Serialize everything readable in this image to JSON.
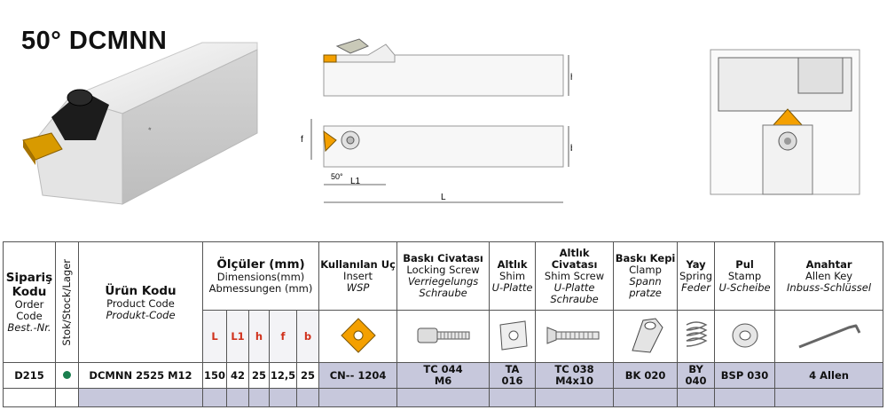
{
  "title": "50° DCMNN",
  "drawing": {
    "h": "h",
    "b": "b",
    "f": "f",
    "l1": "L1",
    "l": "L",
    "angle": "50°"
  },
  "header": {
    "siparis": {
      "tr": "Sipariş Kodu",
      "en": "Order Code",
      "de": "Best.-Nr."
    },
    "stok": "Stok/Stock/Lager",
    "urun": {
      "tr": "Ürün Kodu",
      "en": "Product Code",
      "de": "Produkt-Code"
    },
    "olculer": {
      "tr": "Ölçüler (mm)",
      "en": "Dimensions(mm)",
      "de": "Abmessungen (mm)"
    },
    "dims": [
      "L",
      "L1",
      "h",
      "f",
      "b"
    ],
    "kullanilan": {
      "tr": "Kullanılan Uç",
      "en": "Insert",
      "de": "WSP"
    },
    "baski_civatasi": {
      "tr": "Baskı Civatası",
      "en": "Locking Screw",
      "de": "Verriegelungs Schraube"
    },
    "altlik": {
      "tr": "Altlık",
      "en": "Shim",
      "de": "U-Platte"
    },
    "altlik_civatasi": {
      "tr": "Altlık Civatası",
      "en": "Shim Screw",
      "de": "U-Platte Schraube"
    },
    "baski_kepi": {
      "tr": "Baskı Kepi",
      "en": "Clamp",
      "de": "Spann pratze"
    },
    "yay": {
      "tr": "Yay",
      "en": "Spring",
      "de": "Feder"
    },
    "pul": {
      "tr": "Pul",
      "en": "Stamp",
      "de": "U-Scheibe"
    },
    "anahtar": {
      "tr": "Anahtar",
      "en": "Allen Key",
      "de": "Inbuss-Schlüssel"
    }
  },
  "row": {
    "siparis": "D215",
    "stock_color": "#1a7f4e",
    "urun": "DCMNN 2525 M12",
    "L": "150",
    "L1": "42",
    "h": "25",
    "f": "12,5",
    "b": "25",
    "insert": "CN-- 1204",
    "screw_a": "TC 044",
    "screw_b": "M6",
    "shim_a": "TA",
    "shim_b": "016",
    "shimscrew_a": "TC 038",
    "shimscrew_b": "M4x10",
    "clamp": "BK 020",
    "spring_a": "BY",
    "spring_b": "040",
    "stamp": "BSP 030",
    "key": "4 Allen"
  }
}
